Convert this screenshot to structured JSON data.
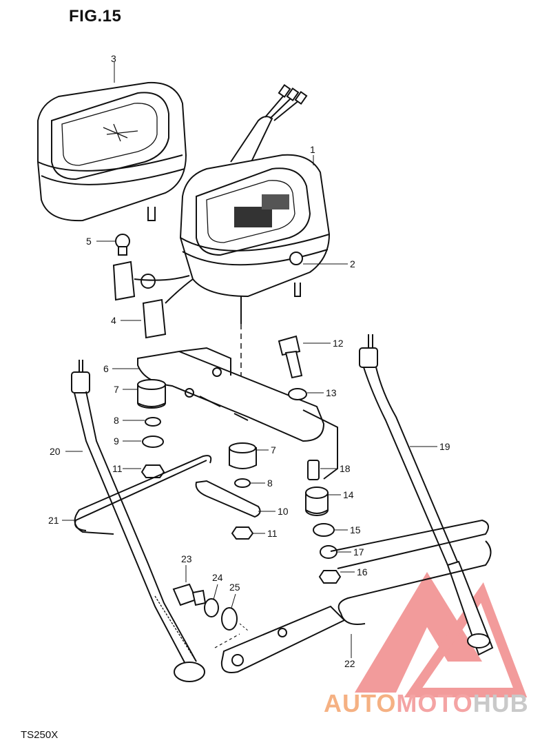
{
  "figure": {
    "title": "FIG.15",
    "model": "TS250X"
  },
  "callouts": [
    "1",
    "2",
    "3",
    "4",
    "5",
    "6",
    "7",
    "7",
    "8",
    "8",
    "9",
    "10",
    "11",
    "11",
    "12",
    "13",
    "14",
    "15",
    "16",
    "17",
    "18",
    "19",
    "20",
    "21",
    "22",
    "23",
    "24",
    "25"
  ],
  "watermark": {
    "part1": "AUTO",
    "part2": "MOTO",
    "part3": "HUB",
    "colors": {
      "auto": "#f5b183",
      "moto": "#f4a4a4",
      "hub": "#c9c9c9",
      "logo": "#f08a8a"
    }
  }
}
